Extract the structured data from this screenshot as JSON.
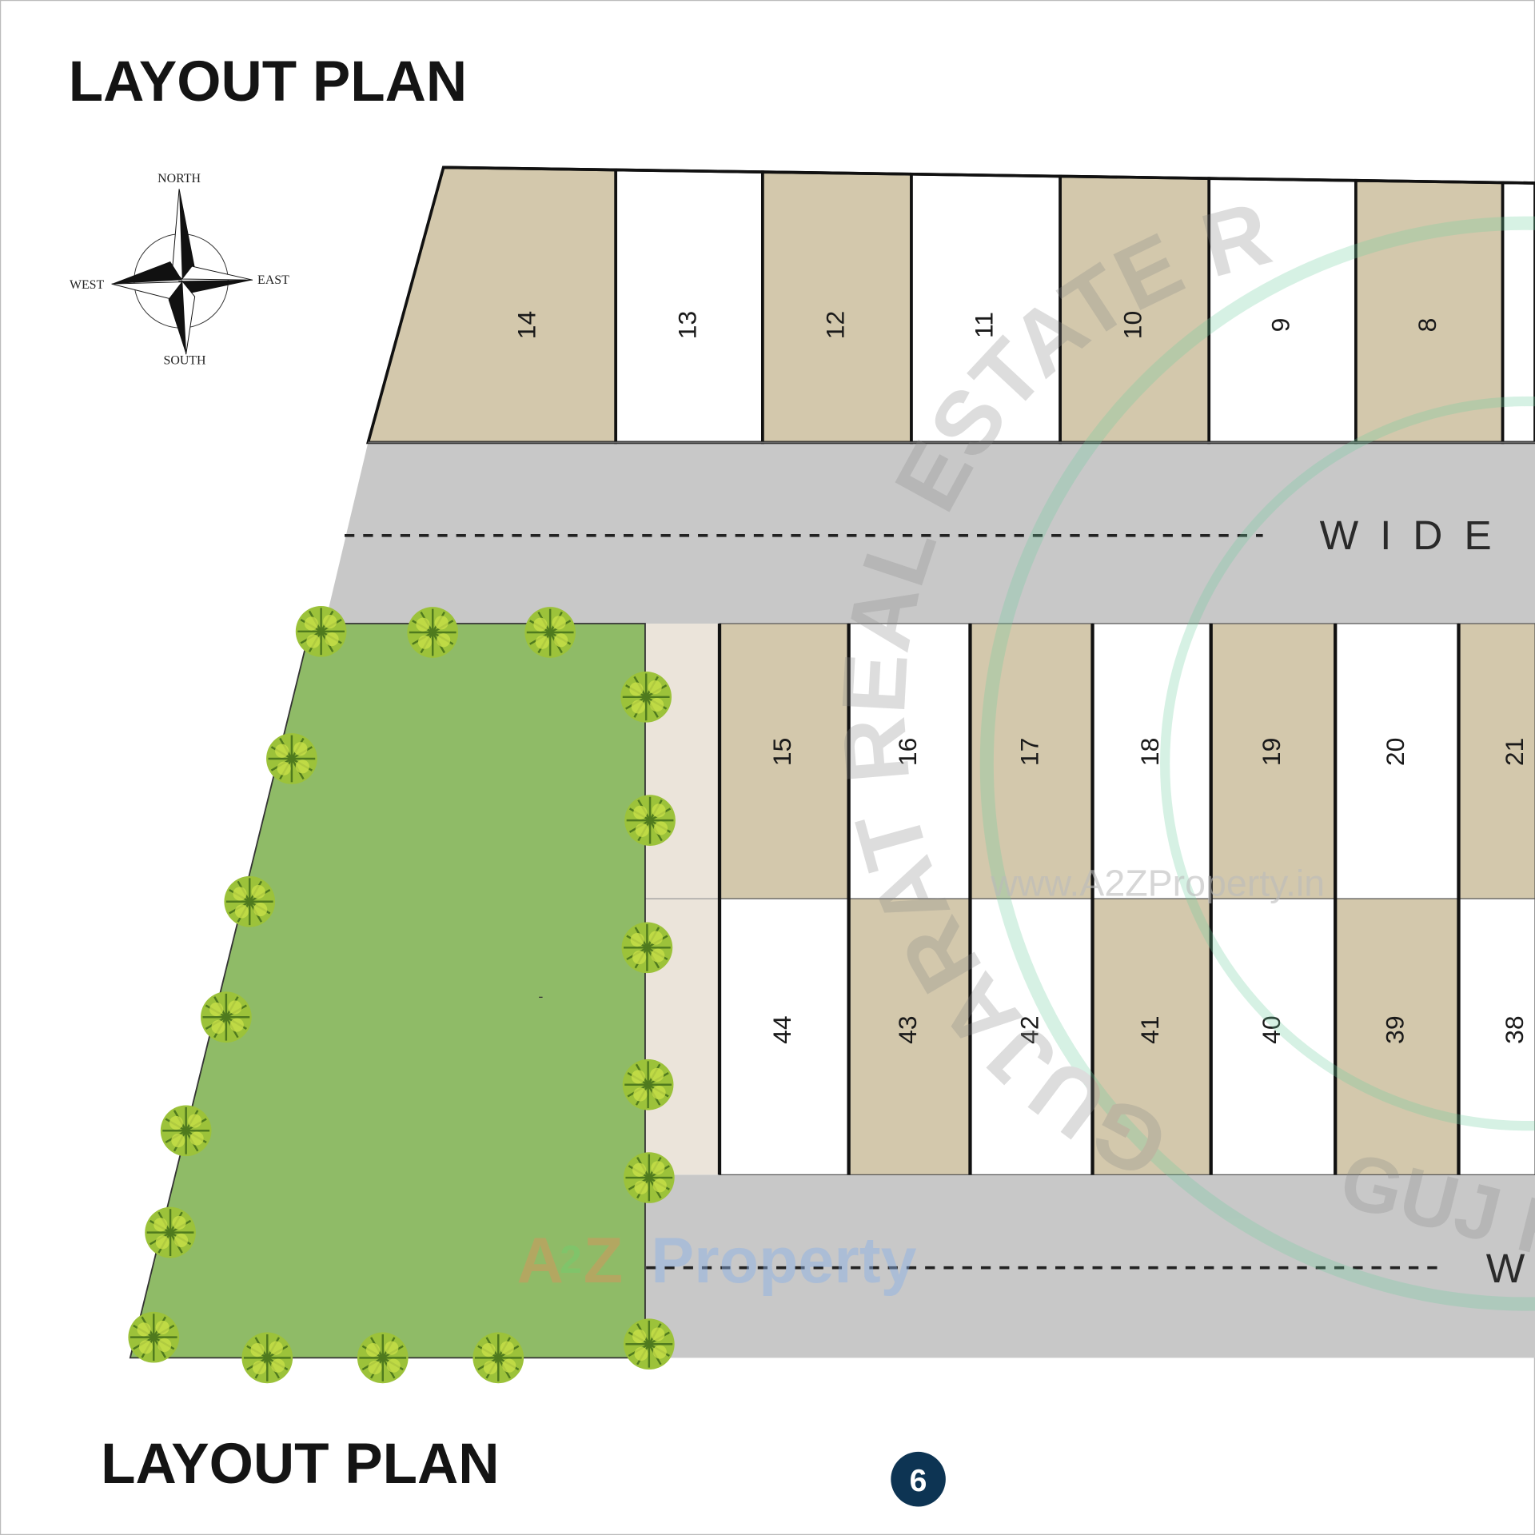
{
  "title_top": "LAYOUT PLAN",
  "title_bottom": "LAYOUT PLAN",
  "page_number": "6",
  "compass": {
    "north": "NORTH",
    "south": "SOUTH",
    "east": "EAST",
    "west": "WEST"
  },
  "roads": {
    "upper_label": "WIDE",
    "lower_label": "W"
  },
  "watermarks": {
    "site": "www.A2ZProperty.in",
    "brand_a": "A",
    "brand_2": "2",
    "brand_z": "Z",
    "brand_property": "Property",
    "seal_top": "GUJARAT REAL ESTATE R",
    "seal_bottom": "GUJ R"
  },
  "park_mark": "-",
  "colors": {
    "occupied": "#d3c8ac",
    "vacant": "#ffffff",
    "road": "#c8c8c8",
    "park": "#8fbb67",
    "strip": "#ebe4da",
    "badge": "#0d3453"
  },
  "top_row": [
    {
      "number": "14",
      "status": "occupied"
    },
    {
      "number": "13",
      "status": "vacant"
    },
    {
      "number": "12",
      "status": "occupied"
    },
    {
      "number": "11",
      "status": "vacant"
    },
    {
      "number": "10",
      "status": "occupied"
    },
    {
      "number": "9",
      "status": "vacant"
    },
    {
      "number": "8",
      "status": "occupied"
    },
    {
      "number": "",
      "status": "vacant"
    }
  ],
  "middle_upper_row": [
    {
      "number": "15",
      "status": "occupied"
    },
    {
      "number": "16",
      "status": "vacant"
    },
    {
      "number": "17",
      "status": "occupied"
    },
    {
      "number": "18",
      "status": "vacant"
    },
    {
      "number": "19",
      "status": "occupied"
    },
    {
      "number": "20",
      "status": "vacant"
    },
    {
      "number": "21",
      "status": "occupied"
    }
  ],
  "middle_lower_row": [
    {
      "number": "44",
      "status": "vacant"
    },
    {
      "number": "43",
      "status": "occupied"
    },
    {
      "number": "42",
      "status": "vacant"
    },
    {
      "number": "41",
      "status": "occupied"
    },
    {
      "number": "40",
      "status": "vacant"
    },
    {
      "number": "39",
      "status": "occupied"
    },
    {
      "number": "38",
      "status": "vacant"
    }
  ]
}
